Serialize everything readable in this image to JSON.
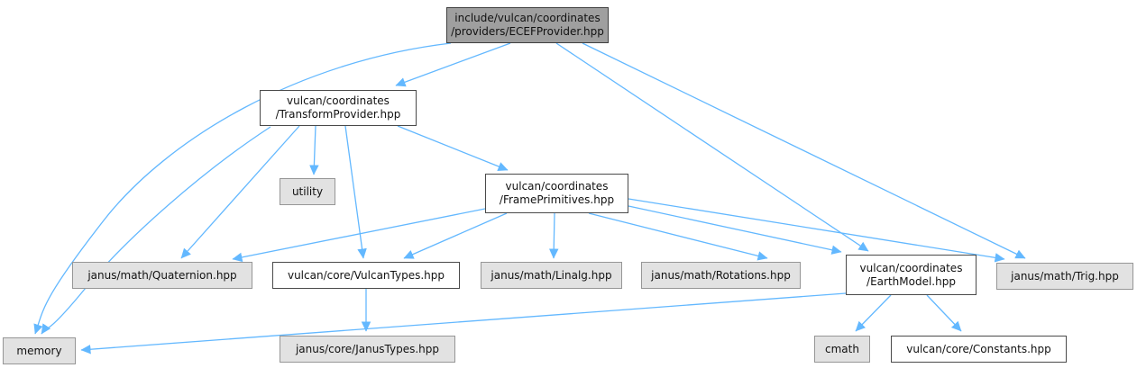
{
  "diagram": {
    "kind": "include-dependency-graph",
    "colors": {
      "edge": "#63b8ff",
      "current_node_fill": "#9f9f9f",
      "file_node_fill": "#ffffff",
      "system_node_fill": "#e2e2e2",
      "background": "#ffffff"
    },
    "nodes": {
      "ecef": {
        "label": "include/vulcan/coordinates\n/providers/ECEFProvider.hpp"
      },
      "transform": {
        "label": "vulcan/coordinates\n/TransformProvider.hpp"
      },
      "utility": {
        "label": "utility"
      },
      "frame": {
        "label": "vulcan/coordinates\n/FramePrimitives.hpp"
      },
      "quaternion": {
        "label": "janus/math/Quaternion.hpp"
      },
      "vulcantypes": {
        "label": "vulcan/core/VulcanTypes.hpp"
      },
      "linalg": {
        "label": "janus/math/Linalg.hpp"
      },
      "rotations": {
        "label": "janus/math/Rotations.hpp"
      },
      "earthmodel": {
        "label": "vulcan/coordinates\n/EarthModel.hpp"
      },
      "trig": {
        "label": "janus/math/Trig.hpp"
      },
      "memory": {
        "label": "memory"
      },
      "janustypes": {
        "label": "janus/core/JanusTypes.hpp"
      },
      "cmath": {
        "label": "cmath"
      },
      "constants": {
        "label": "vulcan/core/Constants.hpp"
      }
    },
    "edges": [
      {
        "from": "ecef",
        "to": "transform"
      },
      {
        "from": "ecef",
        "to": "memory"
      },
      {
        "from": "ecef",
        "to": "earthmodel"
      },
      {
        "from": "ecef",
        "to": "trig"
      },
      {
        "from": "transform",
        "to": "memory"
      },
      {
        "from": "transform",
        "to": "quaternion"
      },
      {
        "from": "transform",
        "to": "utility"
      },
      {
        "from": "transform",
        "to": "vulcantypes"
      },
      {
        "from": "transform",
        "to": "frame"
      },
      {
        "from": "frame",
        "to": "quaternion"
      },
      {
        "from": "frame",
        "to": "vulcantypes"
      },
      {
        "from": "frame",
        "to": "linalg"
      },
      {
        "from": "frame",
        "to": "rotations"
      },
      {
        "from": "frame",
        "to": "earthmodel"
      },
      {
        "from": "frame",
        "to": "trig"
      },
      {
        "from": "vulcantypes",
        "to": "janustypes"
      },
      {
        "from": "earthmodel",
        "to": "cmath"
      },
      {
        "from": "earthmodel",
        "to": "constants"
      },
      {
        "from": "earthmodel",
        "to": "memory"
      }
    ]
  }
}
